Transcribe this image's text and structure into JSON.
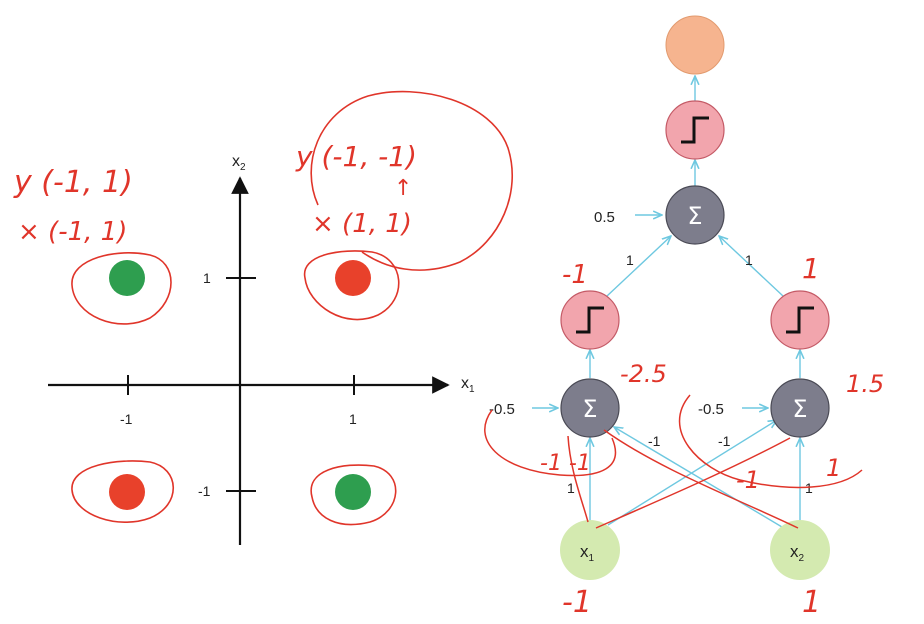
{
  "plot": {
    "x_axis_label": "x",
    "x_axis_sub": "1",
    "y_axis_label": "x",
    "y_axis_sub": "2",
    "ticks": {
      "x_neg": "-1",
      "x_pos": "1",
      "y_pos": "1",
      "y_neg": "-1"
    },
    "points": [
      {
        "x": -1,
        "y": 1,
        "color": "#2e9e4f"
      },
      {
        "x": 1,
        "y": 1,
        "color": "#e8412b"
      },
      {
        "x": -1,
        "y": -1,
        "color": "#e8412b"
      },
      {
        "x": 1,
        "y": -1,
        "color": "#2e9e4f"
      }
    ]
  },
  "network": {
    "input_x1_label": "x",
    "input_x1_sub": "1",
    "input_x2_label": "x",
    "input_x2_sub": "2",
    "sum_symbol": "Σ",
    "hidden_left_bias": "-0.5",
    "hidden_right_bias": "-0.5",
    "w_x1_left": "1",
    "w_x2_left": "-1",
    "w_x1_right": "-1",
    "w_x2_right": "1",
    "w_hidden_left_out": "1",
    "w_hidden_right_out": "1",
    "output_bias": "0.5",
    "colors": {
      "input": "#d4eab0",
      "sum": "#7d7d8c",
      "step": "#f2a5ad",
      "output": "#f6b48f",
      "edge": "#6ec8e0"
    }
  },
  "annotations": {
    "y_left": "y (-1, 1)",
    "x_left": "× (-1, 1)",
    "y_right": "y (-1, -1)",
    "arrow_up": "↑",
    "x_right": "× (1, 1)",
    "step_left_val": "-1",
    "sum_left_val": "-2.5",
    "step_right_val": "1",
    "sum_right_val": "1.5",
    "calc_left": "-1  -1",
    "calc_mid": "-1",
    "calc_right": "1",
    "input_x1_val": "-1",
    "input_x2_val": "1"
  }
}
